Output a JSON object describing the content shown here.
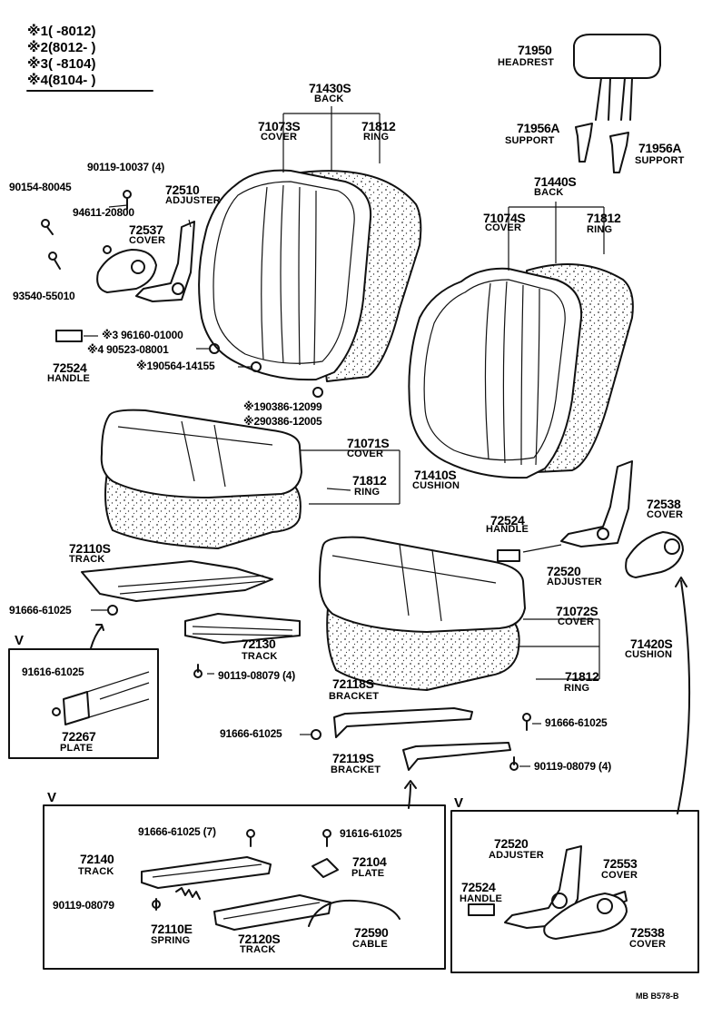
{
  "legend": [
    {
      "mark": "※1",
      "range": "(      -8012)"
    },
    {
      "mark": "※2",
      "range": "(8012-       )"
    },
    {
      "mark": "※3",
      "range": "(      -8104)"
    },
    {
      "mark": "※4",
      "range": "(8104-       )"
    }
  ],
  "view_marks": [
    "V",
    "V",
    "V"
  ],
  "drawing_code": "MB  B578-B",
  "labels": {
    "l71950": "71950",
    "l71950n": "HEADREST",
    "l71430s": "71430S",
    "l71430sn": "BACK",
    "l71073s": "71073S",
    "l71073sn": "COVER",
    "l71812a": "71812",
    "l71812an": "RING",
    "l71956a1": "71956A",
    "l71956a1n": "SUPPORT",
    "l71956a2": "71956A",
    "l71956a2n": "SUPPORT",
    "l90119_10037": "90119-10037 (4)",
    "l90154": "90154-80045",
    "l72510": "72510",
    "l72510n": "ADJUSTER",
    "l94611": "94611-20800",
    "l72537": "72537",
    "l72537n": "COVER",
    "l93540": "93540-55010",
    "l71440s": "71440S",
    "l71440sn": "BACK",
    "l71074s": "71074S",
    "l71074sn": "COVER",
    "l71812b": "71812",
    "l71812bn": "RING",
    "l96160": "※3 96160-01000",
    "l90523": "※4 90523-08001",
    "l190564": "※190564-14155",
    "l72524a": "72524",
    "l72524an": "HANDLE",
    "l190386a": "※190386-12099",
    "l290386": "※290386-12005",
    "l71071s": "71071S",
    "l71071sn": "COVER",
    "l71410s": "71410S",
    "l71410sn": "CUSHION",
    "l71812c": "71812",
    "l71812cn": "RING",
    "l72538a": "72538",
    "l72538an": "COVER",
    "l72524b": "72524",
    "l72524bn": "HANDLE",
    "l72110s": "72110S",
    "l72110sn": "TRACK",
    "l72520a": "72520",
    "l72520an": "ADJUSTER",
    "l91666a": "91666-61025",
    "l71072s": "71072S",
    "l71072sn": "COVER",
    "l72130": "72130",
    "l72130n": "TRACK",
    "l71420s": "71420S",
    "l71420sn": "CUSHION",
    "l91616a": "91616-61025",
    "l90119_08079a": "90119-08079 (4)",
    "l71812d": "71812",
    "l71812dn": "RING",
    "l72118s": "72118S",
    "l72118sn": "BRACKET",
    "l72267": "72267",
    "l72267n": "PLATE",
    "l91666b": "91666-61025",
    "l91666c": "91666-61025",
    "l72119s": "72119S",
    "l72119sn": "BRACKET",
    "l90119_08079b": "90119-08079 (4)",
    "l91666d": "91666-61025 (7)",
    "l91616b": "91616-61025",
    "l72140": "72140",
    "l72140n": "TRACK",
    "l72104": "72104",
    "l72104n": "PLATE",
    "l90119_08079c": "90119-08079",
    "l72110e": "72110E",
    "l72110en": "SPRING",
    "l72120s": "72120S",
    "l72120sn": "TRACK",
    "l72590": "72590",
    "l72590n": "CABLE",
    "l72520b": "72520",
    "l72520bn": "ADJUSTER",
    "l72553": "72553",
    "l72553n": "COVER",
    "l72524c": "72524",
    "l72524cn": "HANDLE",
    "l72538b": "72538",
    "l72538bn": "COVER"
  }
}
